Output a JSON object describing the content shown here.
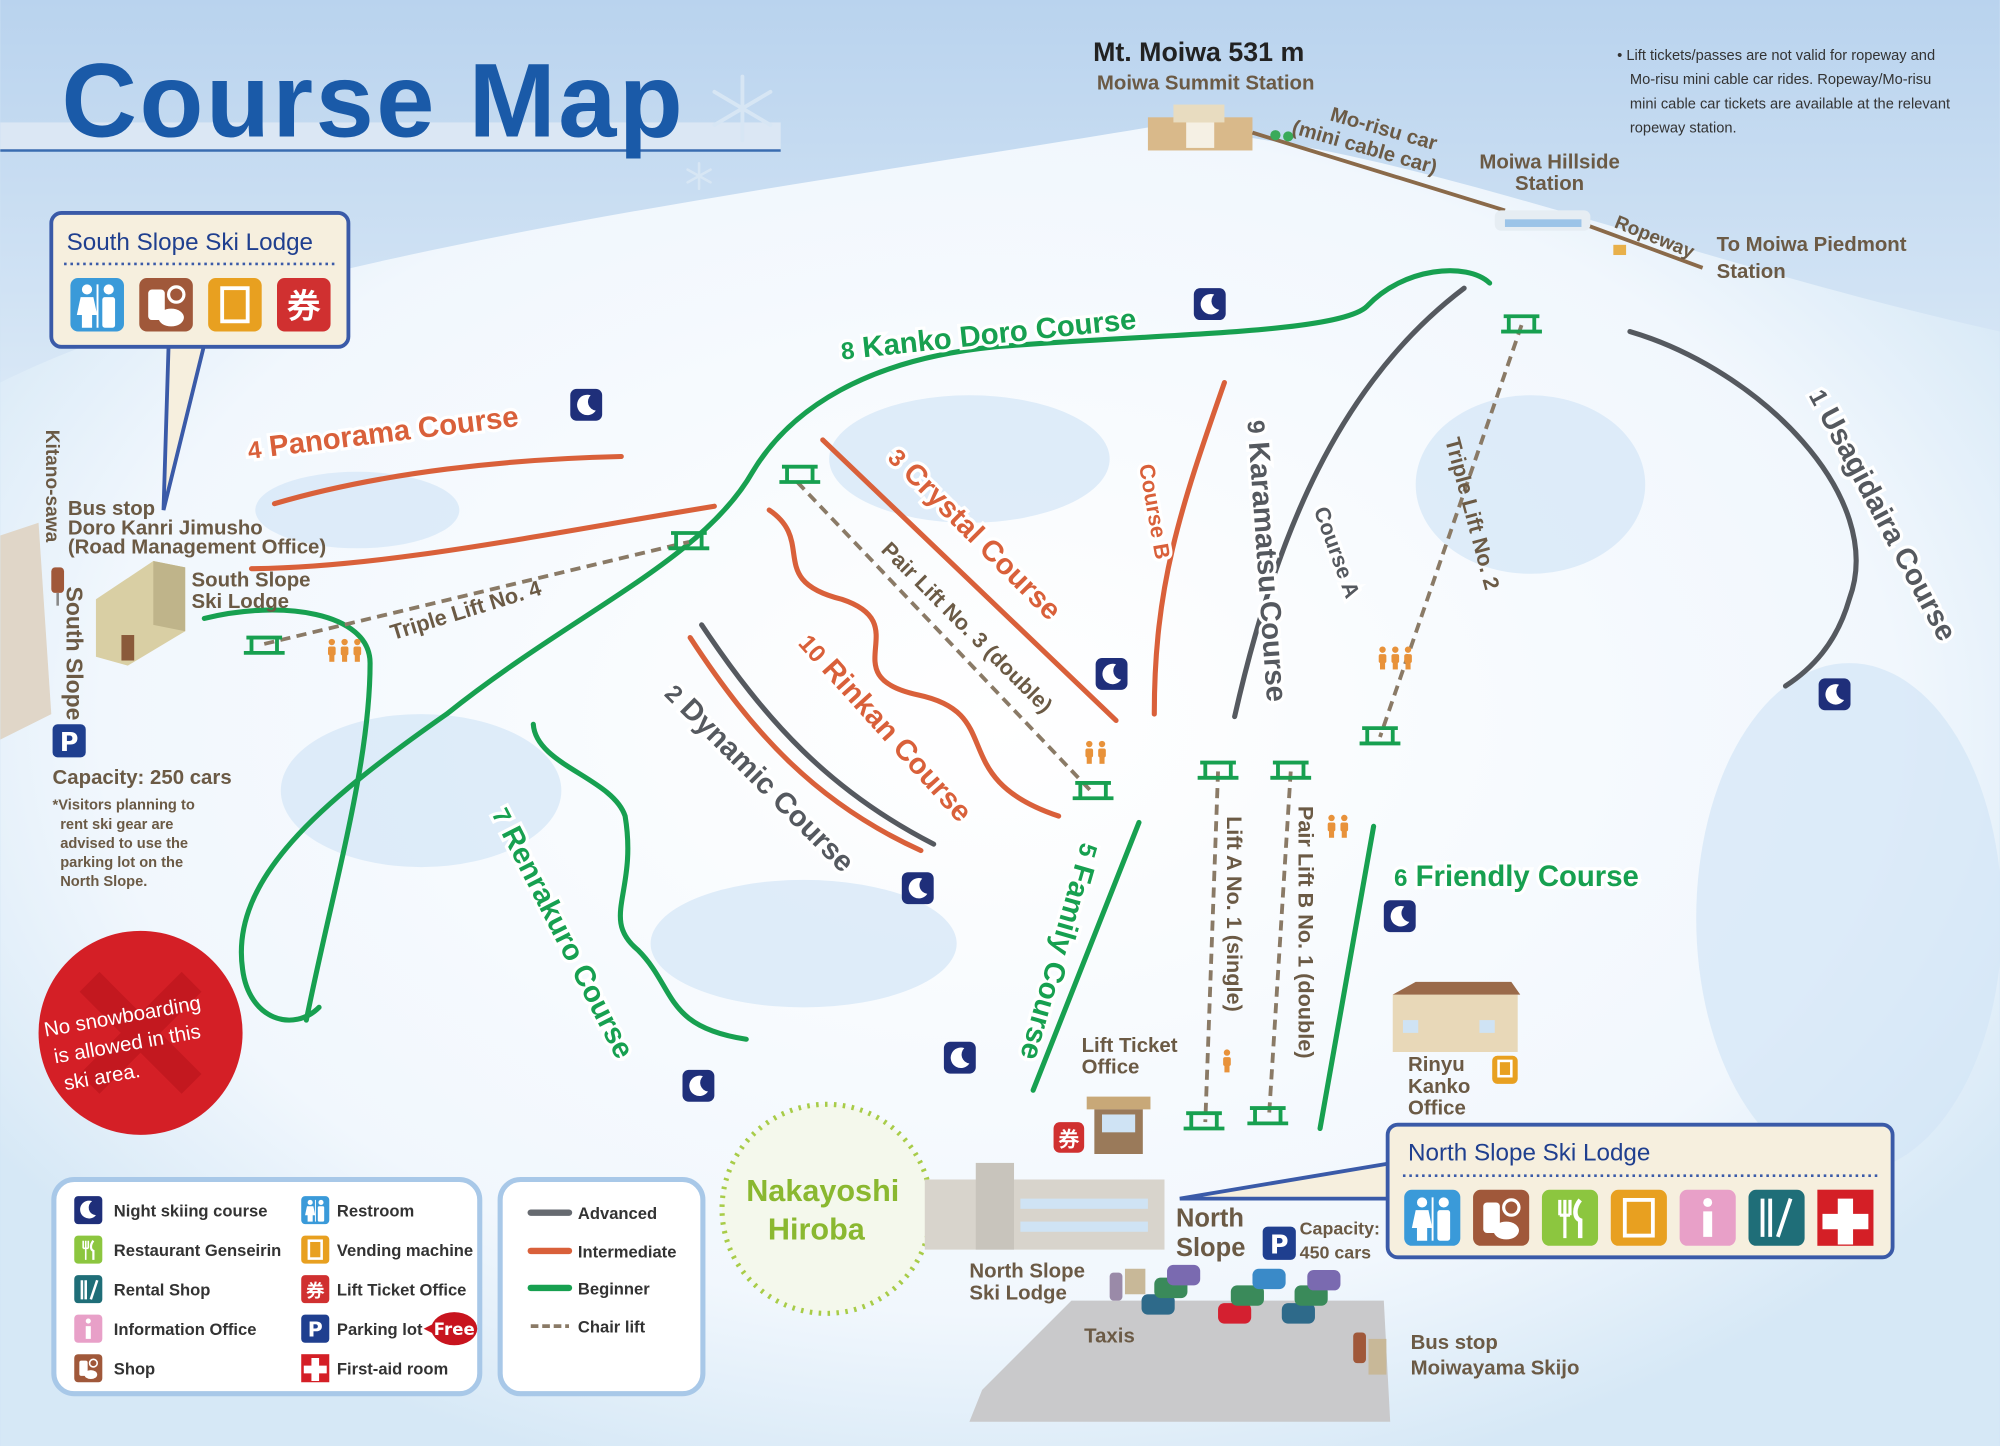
{
  "title": "Course Map",
  "mountain": {
    "name": "Mt. Moiwa  531 m",
    "summit_station": "Moiwa Summit Station"
  },
  "cable_car": {
    "line1": "Mo-risu car",
    "line2": "(mini cable car)"
  },
  "hillside_station": {
    "line1": "Moiwa Hillside",
    "line2": "Station"
  },
  "ropeway": "Ropeway",
  "piedmont": {
    "line1": "To Moiwa Piedmont",
    "line2": "Station"
  },
  "notice": [
    "• Lift tickets/passes are not valid for ropeway and",
    "Mo-risu mini cable car rides. Ropeway/Mo-risu",
    "mini cable car tickets are available at the relevant",
    "ropeway station."
  ],
  "south_lodge_box": {
    "title": "South Slope Ski Lodge",
    "icons": [
      "restroom-icon",
      "shop-icon",
      "vending-machine-icon",
      "lift-ticket-icon"
    ]
  },
  "south_area": {
    "kitanosawa": "Kitano-sawa",
    "bus_stop": "Bus stop",
    "bus_stop_name": "Doro Kanri Jimusho",
    "bus_stop_en": "(Road Management Office)",
    "lodge_line1": "South Slope",
    "lodge_line2": "Ski Lodge",
    "slope_name": "South Slope",
    "parking": "P",
    "capacity": "Capacity: 250 cars",
    "advice": [
      "*Visitors planning to",
      "rent ski gear are",
      "advised to use the",
      "parking lot on the",
      "North Slope."
    ]
  },
  "courses": [
    {
      "num": "1",
      "name": "Usagidaira Course",
      "level": "Advanced"
    },
    {
      "num": "2",
      "name": "Dynamic Course",
      "level": "Advanced"
    },
    {
      "num": "3",
      "name": "Crystal Course",
      "level": "Intermediate"
    },
    {
      "num": "4",
      "name": "Panorama Course",
      "level": "Intermediate"
    },
    {
      "num": "5",
      "name": "Family Course",
      "level": "Beginner"
    },
    {
      "num": "6",
      "name": "Friendly Course",
      "level": "Beginner"
    },
    {
      "num": "7",
      "name": "Renrakuro Course",
      "level": "Beginner"
    },
    {
      "num": "8",
      "name": "Kanko Doro Course",
      "level": "Beginner"
    },
    {
      "num": "9",
      "name": "Karamatsu Course",
      "level": "Advanced"
    },
    {
      "num": "10",
      "name": "Rinkan Course",
      "level": "Intermediate"
    }
  ],
  "sub_courses": {
    "a": "Course A",
    "b": "Course B"
  },
  "lifts": {
    "triple4": "Triple Lift No. 4",
    "pair3": "Pair Lift No. 3 (double)",
    "triple2": "Triple Lift No. 2",
    "liftA": "Lift A No. 1 (single)",
    "pairB": "Pair Lift B No. 1 (double)"
  },
  "no_snowboarding": [
    "No snowboarding",
    "is allowed in this",
    "ski area."
  ],
  "nakayoshi": [
    "Nakayoshi",
    "Hiroba"
  ],
  "lift_ticket_office": [
    "Lift Ticket",
    "Office"
  ],
  "rinyu": [
    "Rinyu",
    "Kanko",
    "Office"
  ],
  "north_lodge_box": {
    "title": "North Slope Ski Lodge",
    "icons": [
      "restroom-icon",
      "shop-icon",
      "restaurant-icon",
      "vending-machine-icon",
      "information-icon",
      "rental-shop-icon",
      "first-aid-icon"
    ]
  },
  "north_area": {
    "slope_line1": "North",
    "slope_line2": "Slope",
    "parking": "P",
    "capacity_line1": "Capacity:",
    "capacity_line2": "450 cars",
    "lodge_line1": "North Slope",
    "lodge_line2": "Ski Lodge",
    "taxis": "Taxis",
    "bus_stop": "Bus stop",
    "bus_stop_name": "Moiwayama Skijo"
  },
  "legend": {
    "items": [
      {
        "icon": "night-skiing-icon",
        "label": "Night skiing course"
      },
      {
        "icon": "restaurant-icon",
        "label": "Restaurant Genseirin"
      },
      {
        "icon": "rental-shop-icon",
        "label": "Rental Shop"
      },
      {
        "icon": "information-icon",
        "label": "Information Office"
      },
      {
        "icon": "shop-icon",
        "label": "Shop"
      },
      {
        "icon": "restroom-icon",
        "label": "Restroom"
      },
      {
        "icon": "vending-machine-icon",
        "label": "Vending machine"
      },
      {
        "icon": "lift-ticket-icon",
        "label": "Lift Ticket Office"
      },
      {
        "icon": "parking-icon",
        "label": "Parking lot"
      },
      {
        "icon": "first-aid-icon",
        "label": "First-aid room"
      }
    ],
    "free_badge": "Free",
    "levels": [
      {
        "label": "Advanced",
        "color": "#666a70"
      },
      {
        "label": "Intermediate",
        "color": "#d9603a"
      },
      {
        "label": "Beginner",
        "color": "#17a050"
      },
      {
        "label": "Chair lift",
        "color": "#8a7a66"
      }
    ]
  },
  "colors": {
    "title": "#1a5aa8",
    "advanced": "#55595f",
    "intermediate": "#d9603a",
    "beginner": "#17a050",
    "navy": "#1f2f7a",
    "label": "#6b5a45"
  }
}
